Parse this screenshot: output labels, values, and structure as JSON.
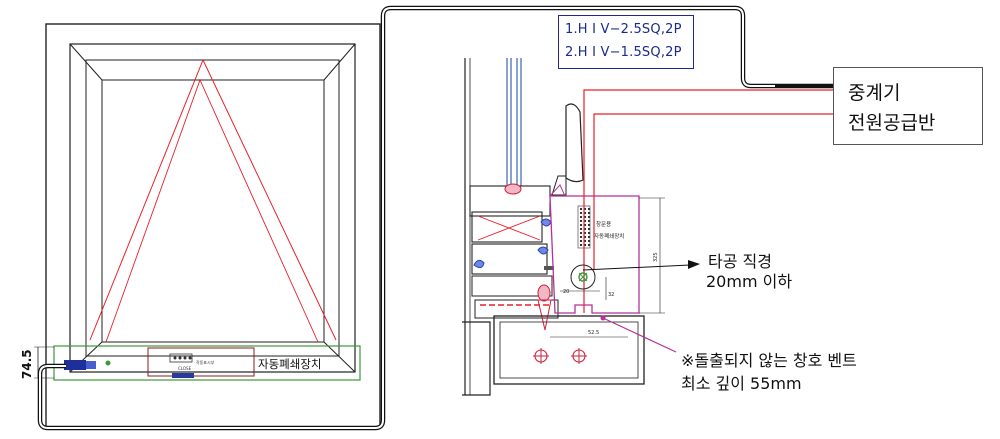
{
  "wire_spec": {
    "line1": "1.H  I  V−2.5SQ,2P",
    "line2": "2.H  I  V−1.5SQ,2P"
  },
  "relay_panel": {
    "line1": "중계기",
    "line2": "전원공급반"
  },
  "hole_note": {
    "line1": "타공 직경",
    "line2": "20mm 이하"
  },
  "vent_note": {
    "line1": "※돌출되지 않는 창호 벤트",
    "line2": "최소 깊이 55mm"
  },
  "window_elevation": {
    "device_label": "자동폐쇄장치",
    "dimension_label": "74.5",
    "small_label_close": "CLOSE",
    "small_label_sensor": "작동표시부"
  },
  "section_detail": {
    "device_label_1": "창문용",
    "device_label_2": "자동폐쇄장치",
    "dim_vertical": "325",
    "dim_bottom": "52.5",
    "dim_small_1": "20",
    "dim_small_2": "32"
  },
  "colors": {
    "wire_red": "#e8202a",
    "frame_line": "#222222",
    "device_green": "#3a9a3a",
    "magenta_outline": "#b4329a",
    "spec_blue": "#1b2a8c"
  }
}
